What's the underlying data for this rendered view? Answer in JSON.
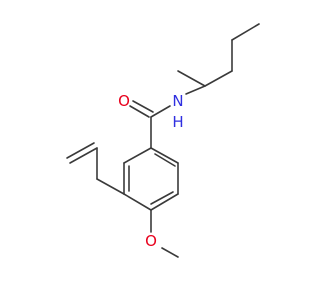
{
  "molecule": {
    "colors": {
      "bond": "#3a3a3a",
      "oxygen": "#e8001c",
      "nitrogen": "#2f2fe0"
    },
    "atoms": {
      "o_carbonyl": {
        "label": "O",
        "element": "oxygen"
      },
      "n_amide": {
        "label": "N",
        "element": "nitrogen"
      },
      "h_amide": {
        "label": "H",
        "element": "nitrogen"
      },
      "o_methoxy": {
        "label": "O",
        "element": "oxygen"
      }
    }
  }
}
